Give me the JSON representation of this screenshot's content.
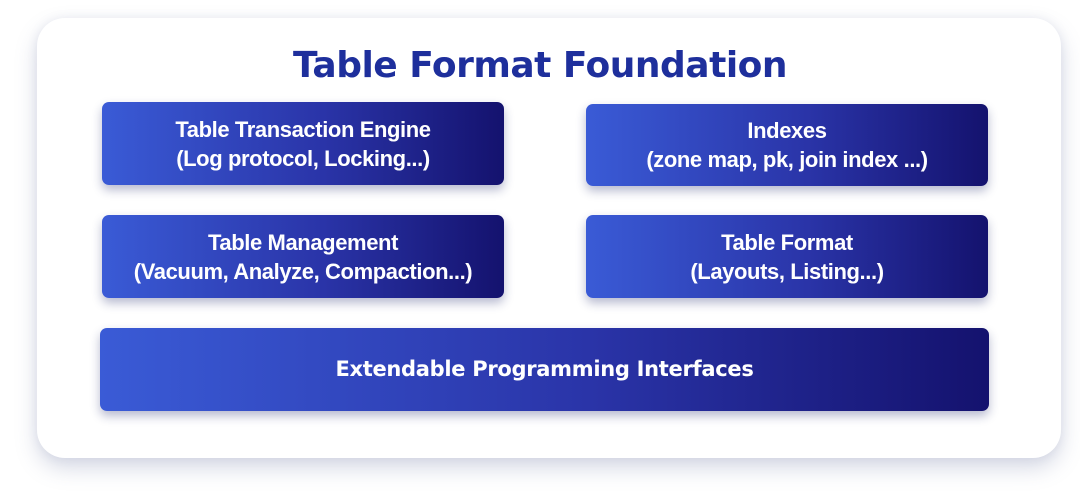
{
  "title": "Table Format Foundation",
  "components": {
    "transaction_engine": {
      "name": "Table Transaction Engine",
      "detail": "(Log protocol, Locking...)"
    },
    "indexes": {
      "name": "Indexes",
      "detail": "(zone map, pk, join index ...)"
    },
    "table_management": {
      "name": "Table Management",
      "detail": "(Vacuum, Analyze, Compaction...)"
    },
    "table_format": {
      "name": "Table Format",
      "detail": "(Layouts, Listing...)"
    },
    "interfaces": {
      "name": "Extendable Programming Interfaces"
    }
  },
  "colors": {
    "title": "#1e2f9c",
    "box_gradient_start": "#3a5bd6",
    "box_gradient_end": "#14126e",
    "box_text": "#ffffff"
  }
}
